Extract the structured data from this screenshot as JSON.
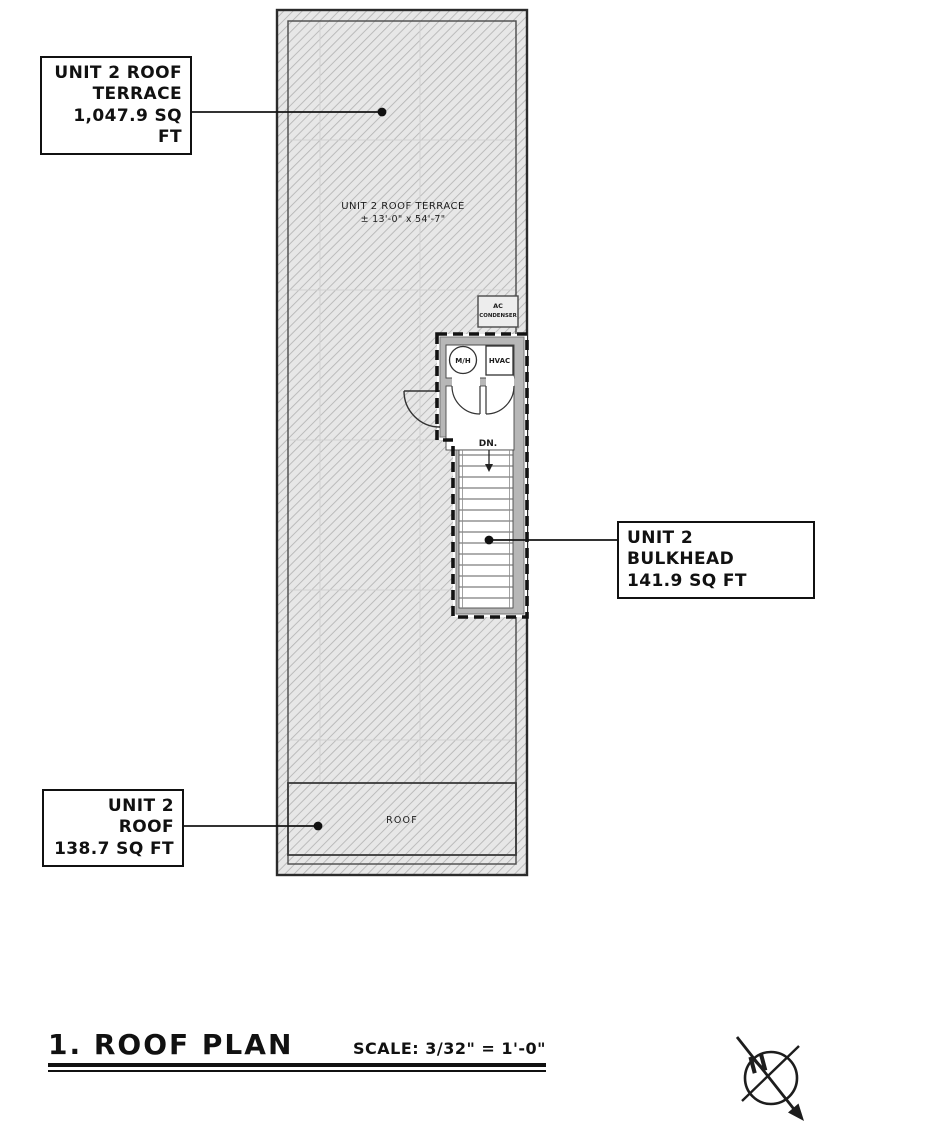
{
  "sheet": {
    "background": "#ffffff",
    "ink": "#1a1a1a",
    "hatch_bg": "#e7e7e7",
    "hatch_line": "#b4b4b4",
    "wall_fill": "#b7b7b7"
  },
  "callouts": {
    "terrace": {
      "line1": "UNIT 2 ROOF",
      "line2": "TERRACE",
      "line3": "1,047.9 SQ FT"
    },
    "bulkhead": {
      "line1": "UNIT 2 BULKHEAD",
      "line2": "141.9 SQ FT"
    },
    "roof": {
      "line1": "UNIT 2 ROOF",
      "line2": "138.7 SQ FT"
    }
  },
  "plan": {
    "terrace_name": "UNIT 2 ROOF TERRACE",
    "terrace_dims": "± 13'-0\" x 54'-7\"",
    "ac_unit": {
      "line1": "AC",
      "line2": "CONDENSER"
    },
    "mh": "M/H",
    "hvac": "HVAC",
    "down": "DN.",
    "roof_area": "ROOF"
  },
  "titleblock": {
    "title": "1. ROOF PLAN",
    "scale": "SCALE: 3/32\" = 1'-0\""
  },
  "north_arrow": {
    "label": "N"
  }
}
